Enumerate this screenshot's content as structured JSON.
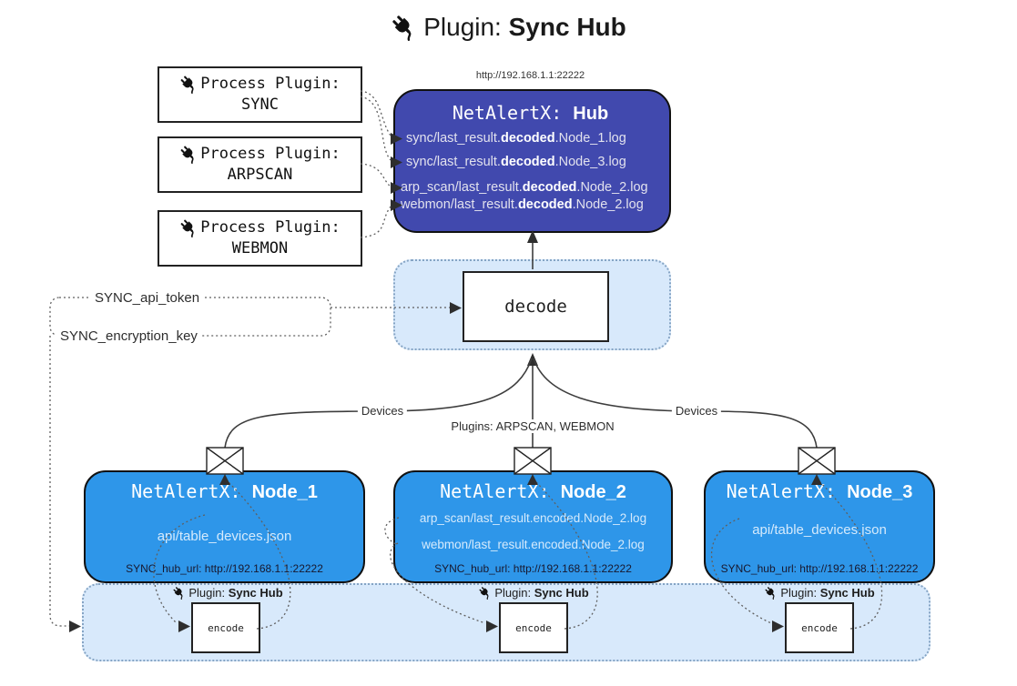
{
  "title": {
    "prefix": "Plugin: ",
    "name": "Sync Hub"
  },
  "process_plugins": [
    {
      "label": "Process Plugin:",
      "name": "SYNC"
    },
    {
      "label": "Process Plugin:",
      "name": "ARPSCAN"
    },
    {
      "label": "Process Plugin:",
      "name": "WEBMON"
    }
  ],
  "hub": {
    "url": "http://192.168.1.1:22222",
    "title_prefix": "NetAlertX: ",
    "title_name": "Hub",
    "logs": [
      {
        "pre": "sync/last_result.",
        "bold": "decoded",
        "post": ".Node_1.log"
      },
      {
        "pre": "sync/last_result.",
        "bold": "decoded",
        "post": ".Node_3.log"
      },
      {
        "pre": "arp_scan/last_result.",
        "bold": "decoded",
        "post": ".Node_2.log"
      },
      {
        "pre": "webmon/last_result.",
        "bold": "decoded",
        "post": ".Node_2.log"
      }
    ]
  },
  "decode": {
    "label": "decode"
  },
  "settings": {
    "api_token": "SYNC_api_token",
    "encryption_key": "SYNC_encryption_key"
  },
  "edge_labels": {
    "devices_left": "Devices",
    "devices_right": "Devices",
    "plugins": "Plugins: ARPSCAN, WEBMON"
  },
  "nodes": [
    {
      "title_prefix": "NetAlertX: ",
      "title_name": "Node_1",
      "lines": [
        "api/table_devices.json"
      ],
      "footer": "SYNC_hub_url: http://192.168.1.1:22222"
    },
    {
      "title_prefix": "NetAlertX: ",
      "title_name": "Node_2",
      "lines": [
        "arp_scan/last_result.encoded.Node_2.log",
        "webmon/last_result.encoded.Node_2.log"
      ],
      "footer": "SYNC_hub_url: http://192.168.1.1:22222"
    },
    {
      "title_prefix": "NetAlertX: ",
      "title_name": "Node_3",
      "lines": [
        "api/table_devices.json"
      ],
      "footer": "SYNC_hub_url: http://192.168.1.1:22222"
    }
  ],
  "encoders": [
    {
      "label_prefix": "Plugin: ",
      "label_name": "Sync Hub",
      "box_label": "encode"
    },
    {
      "label_prefix": "Plugin: ",
      "label_name": "Sync Hub",
      "box_label": "encode"
    },
    {
      "label_prefix": "Plugin: ",
      "label_name": "Sync Hub",
      "box_label": "encode"
    }
  ],
  "icons": {
    "plug": "plug-icon",
    "envelope": "envelope-icon"
  },
  "colors": {
    "hub_bg": "#4149ae",
    "node_bg": "#2e96e9",
    "panel_bg": "#d8e9fb",
    "panel_border": "#85a4c4"
  }
}
